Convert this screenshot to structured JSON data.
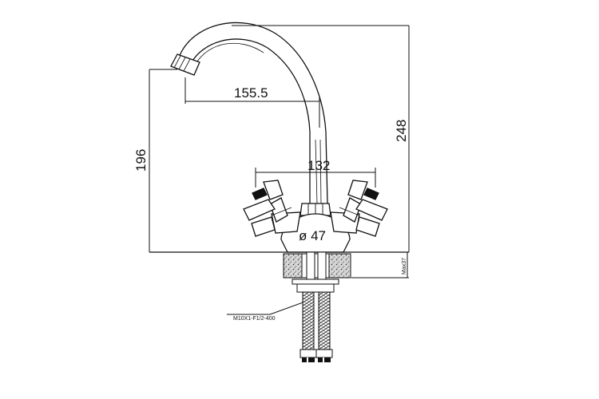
{
  "dimensions": {
    "spout_reach": "155.5",
    "spout_height": "196",
    "total_height": "248",
    "handle_span": "132",
    "base_diameter": "ø 47",
    "max_counter_thickness": "Max37",
    "hose_spec": "M10X1-F1/2-400"
  }
}
